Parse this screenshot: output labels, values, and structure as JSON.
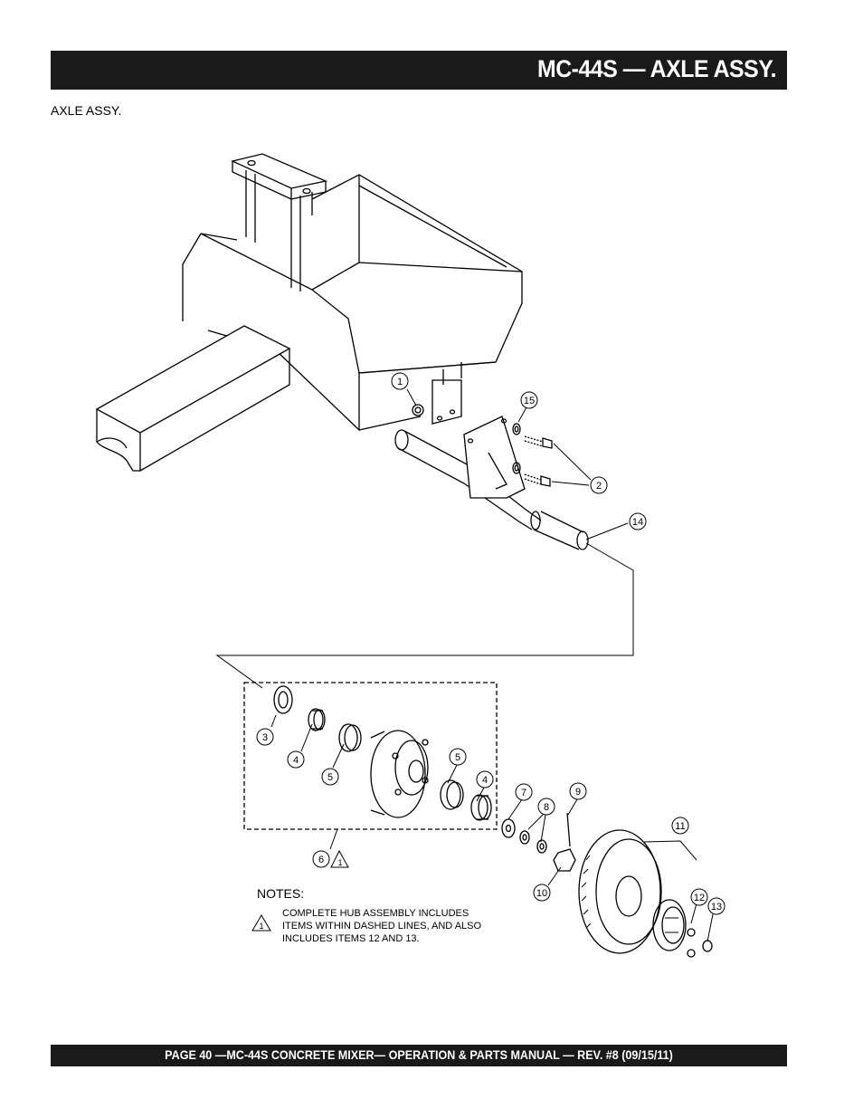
{
  "header": {
    "title": "MC-44S — AXLE  ASSY."
  },
  "subtitle": "AXLE ASSY.",
  "callouts": [
    "1",
    "2",
    "3",
    "4",
    "5",
    "4",
    "5",
    "6",
    "7",
    "8",
    "9",
    "10",
    "11",
    "12",
    "13",
    "14",
    "15"
  ],
  "hub_note_symbol": "1",
  "notes": {
    "title": "NOTES:",
    "symbol": "1",
    "line1": "COMPLETE HUB ASSEMBLY INCLUDES",
    "line2": "ITEMS WITHIN DASHED LINES, AND ALSO",
    "line3": "INCLUDES ITEMS 12 AND 13."
  },
  "footer": {
    "text": "PAGE 40 —MC-44S CONCRETE MIXER— OPERATION & PARTS MANUAL — REV. #8 (09/15/11)"
  }
}
